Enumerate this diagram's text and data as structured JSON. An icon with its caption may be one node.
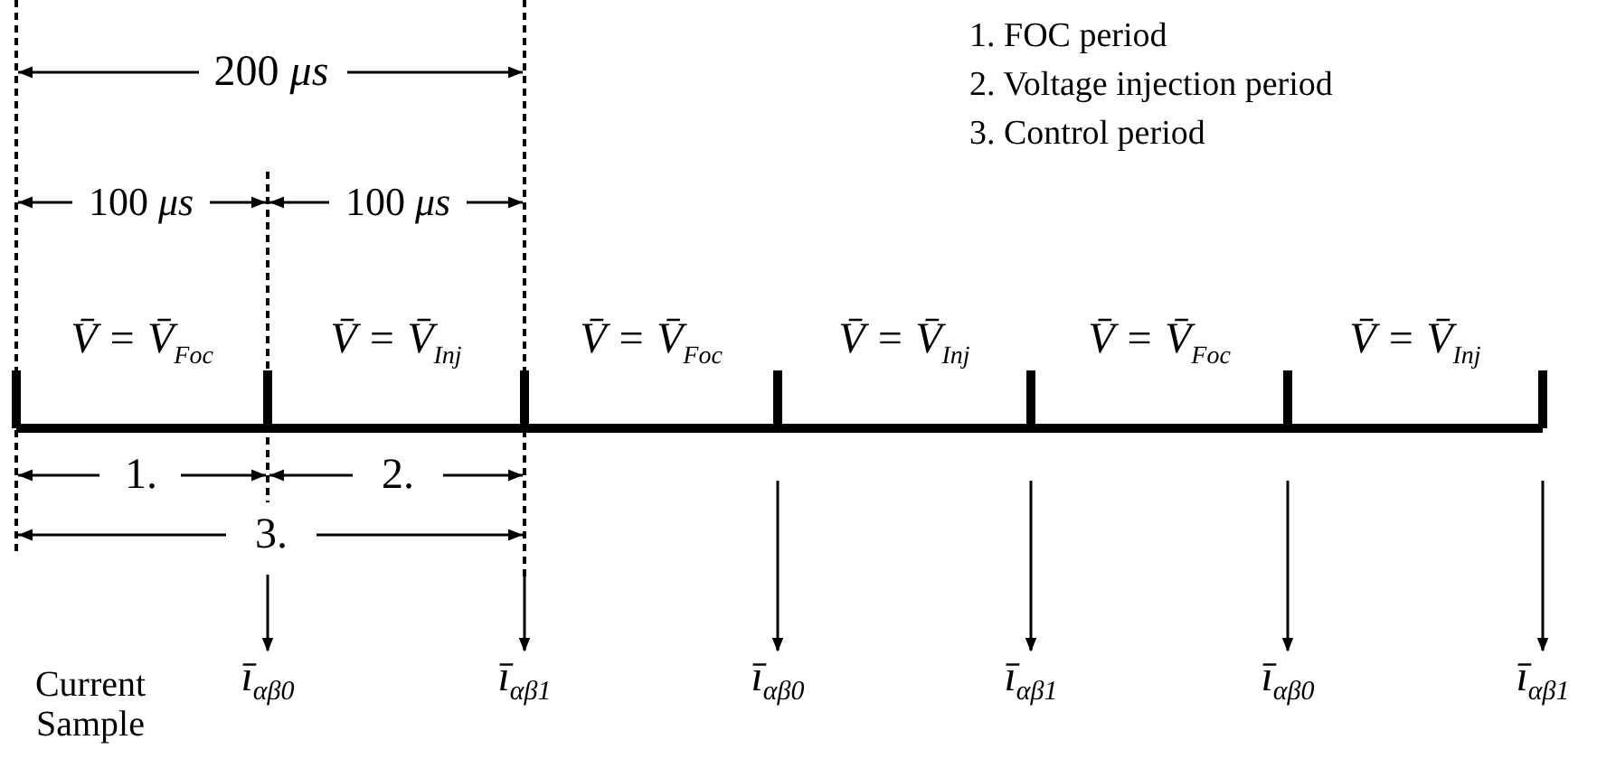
{
  "diagram": {
    "nodes": [
      {
        "text": [
          "ī$_{αβ0}$"
        ]
      },
      {
        "text": [
          "ī$_{αβ1}$"
        ]
      },
      {
        "text": [
          "ī$_{αβ0}$"
        ]
      },
      {
        "text": [
          "ī$_{αβ1}$"
        ]
      },
      {
        "text": [
          "ī$_{αβ0}$"
        ]
      },
      {
        "text": [
          "ī$_{αβ1}$"
        ]
      }
    ],
    "edges": [
      {
        "from": null,
        "to": 0,
        "arrow": "to"
      },
      {
        "from": null,
        "to": 1,
        "arrow": "to"
      },
      {
        "from": null,
        "to": 2,
        "arrow": "to"
      },
      {
        "from": null,
        "to": 3,
        "arrow": "to"
      },
      {
        "from": null,
        "to": 4,
        "arrow": "to"
      },
      {
        "from": null,
        "to": 5,
        "arrow": "to"
      }
    ],
    "labels": [
      "200 *μs*",
      "1. FOC period",
      "2. Voltage injection period",
      "100 *μs*",
      "100 *μs*",
      "3. Control period",
      "V̄ = V̄$_{Foc}$",
      "V̄ = V̄$_{Inj}$",
      "V̄ = V̄$_{Foc}$",
      "V̄ = V̄$_{Inj}$",
      "V̄ = V̄$_{Foc}$",
      "V̄ = V̄$_{Inj}$",
      "1.",
      "2.",
      "3.",
      "Current Sample"
    ]
  }
}
